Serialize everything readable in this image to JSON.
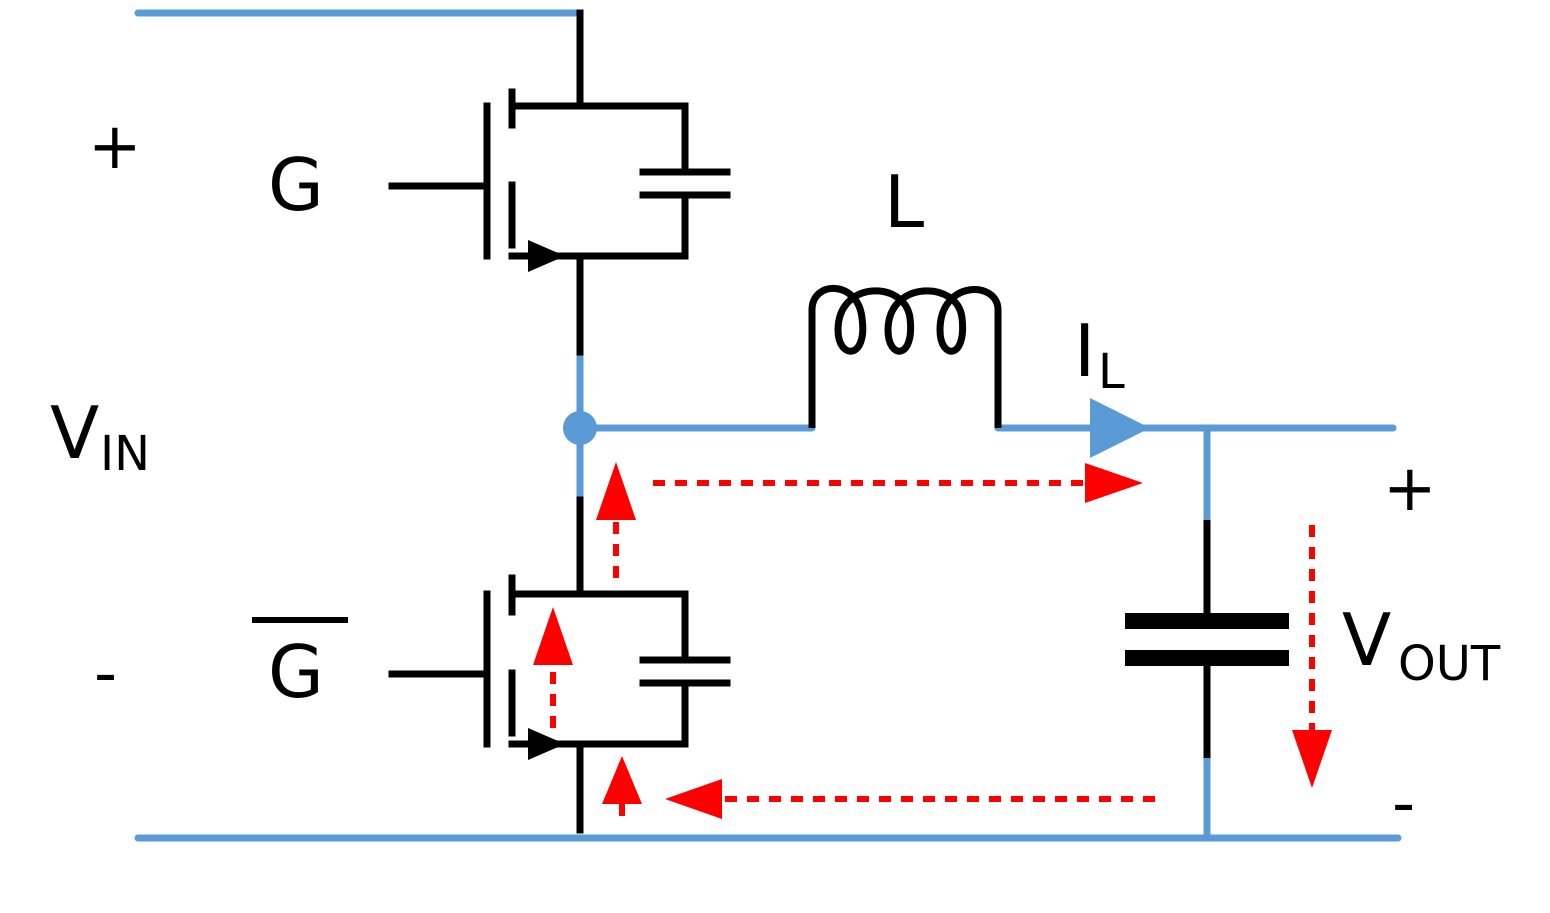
{
  "labels": {
    "vin_main": "V",
    "vin_sub": "IN",
    "vin_plus": "+",
    "vin_minus": "-",
    "gate_high": "G",
    "gate_low": "G",
    "inductor": "L",
    "il_main": "I",
    "il_sub": "L",
    "vout_main": "V",
    "vout_sub": "OUT",
    "vout_plus": "+",
    "vout_minus": "-"
  },
  "colors": {
    "wire_blue": "#5b9bd5",
    "component_black": "#000000",
    "current_path_red": "#ff0000"
  }
}
